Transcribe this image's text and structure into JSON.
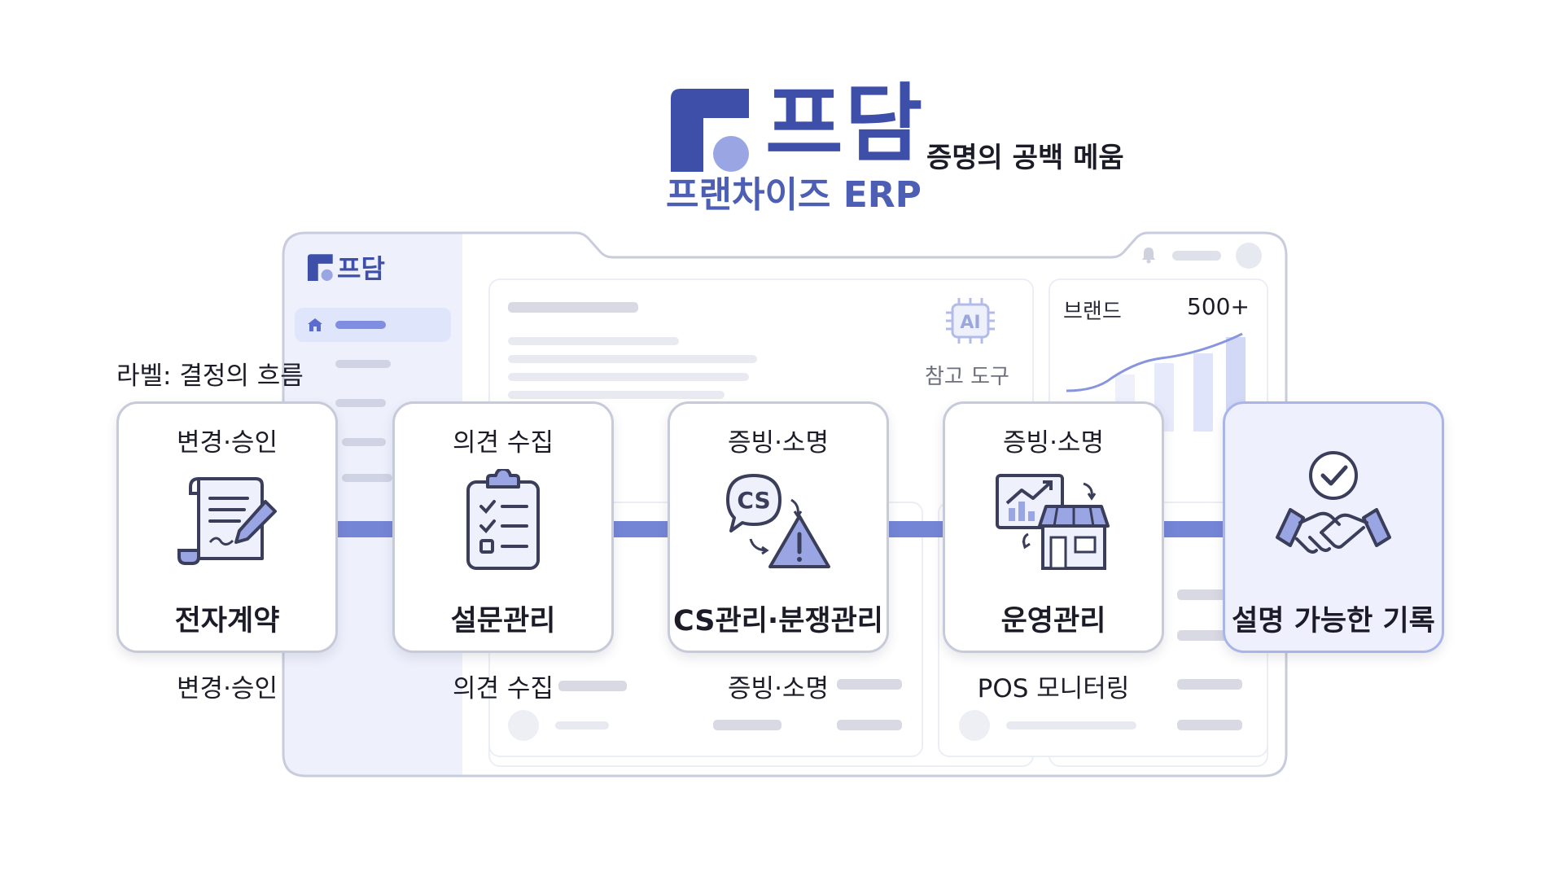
{
  "brand": {
    "name": "프담",
    "subtitle": "프랜차이즈 ERP",
    "tagline": "증명의 공백 메움"
  },
  "dashboard": {
    "logo_text": "프담",
    "ai_tool": {
      "chip_text": "AI",
      "label": "참고 도구"
    },
    "brand_stat": {
      "label": "브랜드",
      "value": "500+"
    }
  },
  "flow": {
    "label": "라벨: 결정의 흐름",
    "steps": [
      {
        "top": "변경·승인",
        "title": "전자계약",
        "caption": "변경·승인",
        "icon": "contract-icon"
      },
      {
        "top": "의견 수집",
        "title": "설문관리",
        "caption": "의견 수집",
        "icon": "clipboard-icon"
      },
      {
        "top": "증빙·소명",
        "title": "CS관리·분쟁관리",
        "caption": "증빙·소명",
        "icon": "cs-warning-icon"
      },
      {
        "top": "증빙·소명",
        "title": "운영관리",
        "caption": "POS 모니터링",
        "icon": "store-icon"
      },
      {
        "top": "",
        "title": "설명 가능한 기록",
        "caption": "",
        "icon": "handshake-icon"
      }
    ]
  },
  "colors": {
    "brand": "#3d4fa8",
    "accent": "#7585d6",
    "sidebar": "#eef1fc"
  }
}
